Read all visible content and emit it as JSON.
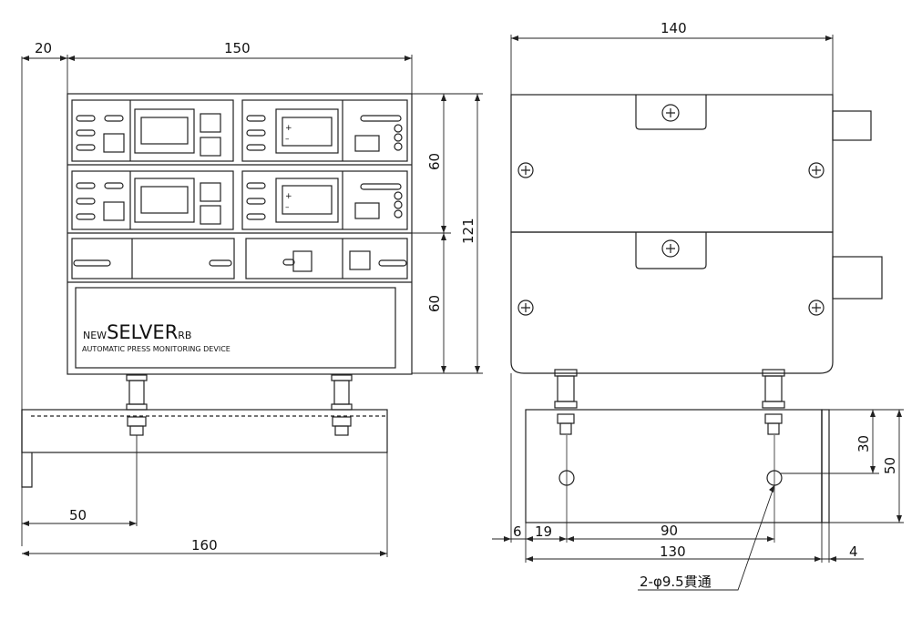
{
  "dimensions": {
    "d20": "20",
    "d150": "150",
    "d140": "140",
    "d60_top": "60",
    "d60_bottom": "60",
    "d121": "121",
    "d30": "30",
    "d50_right": "50",
    "d50_left": "50",
    "d160": "160",
    "d6": "6",
    "d19": "19",
    "d90": "90",
    "d130": "130",
    "d4": "4"
  },
  "device": {
    "brand_prefix": "NEW",
    "brand_name": "SELVER",
    "brand_suffix": "RB",
    "tagline": "AUTOMATIC PRESS MONITORING DEVICE",
    "plus": "+",
    "minus": "–"
  },
  "callout": {
    "hole_note": "2-φ9.5貫通"
  }
}
